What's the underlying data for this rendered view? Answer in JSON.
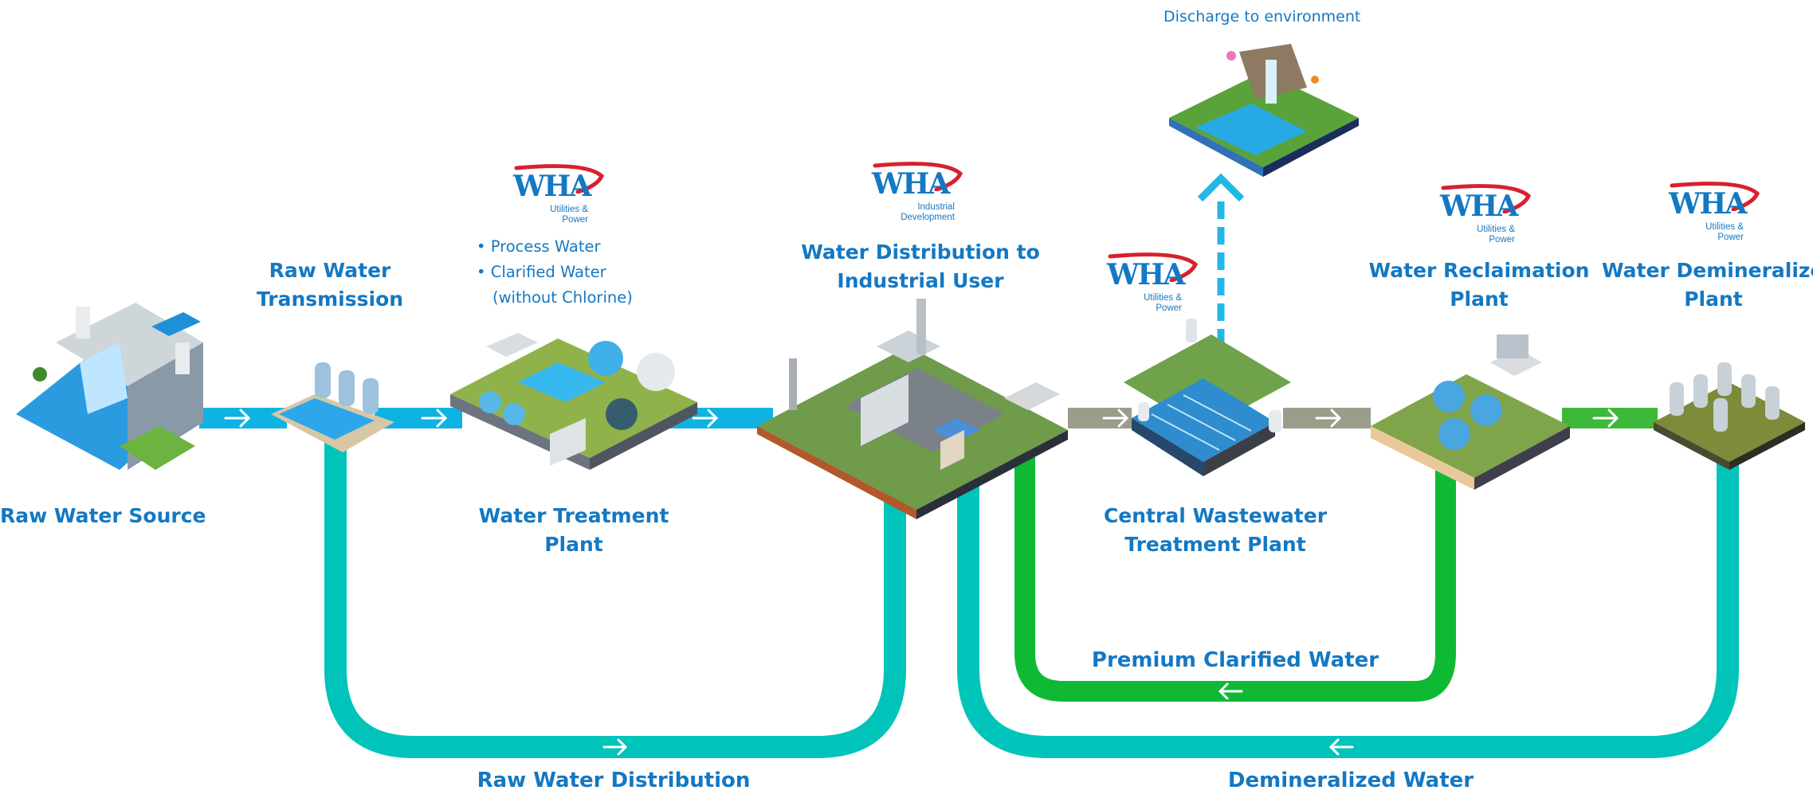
{
  "diagram": {
    "colors": {
      "main_pipe": "#0fb3e3",
      "raw_distribution_pipe": "#00c4b9",
      "wastewater_pipe": "#9a9d8a",
      "reclaimed_pipe": "#3cb93a",
      "premium_pipe": "#10b934",
      "discharge_arrow": "#22b7e6",
      "label_text": "#1478c3",
      "logo_red": "#d8202e"
    },
    "nodes": {
      "raw_water_source": {
        "label": "Raw Water Source",
        "icon": "dam-icon"
      },
      "raw_water_transmission": {
        "label_line1": "Raw Water",
        "label_line2": "Transmission",
        "icon": "pumping-station-icon"
      },
      "water_treatment_plant": {
        "label_line1": "Water Treatment",
        "label_line2": "Plant",
        "icon": "treatment-plant-icon",
        "logo": {
          "brand": "WHA",
          "sub_line1": "Utilities &",
          "sub_line2": "Power"
        },
        "products": [
          "Process Water",
          "Clarified Water"
        ],
        "product_note": "(without Chlorine)"
      },
      "industrial_user": {
        "label_line1": "Water Distribution to",
        "label_line2": "Industrial User",
        "icon": "industrial-estate-icon",
        "logo": {
          "brand": "WHA",
          "sub_line1": "Industrial",
          "sub_line2": "Development"
        }
      },
      "central_wastewater": {
        "label_line1": "Central Wastewater",
        "label_line2": "Treatment Plant",
        "icon": "wastewater-plant-icon",
        "logo": {
          "brand": "WHA",
          "sub_line1": "Utilities &",
          "sub_line2": "Power"
        }
      },
      "discharge": {
        "label": "Discharge to environment",
        "icon": "waterfall-icon"
      },
      "water_reclamation": {
        "label_line1": "Water Reclaimation",
        "label_line2": "Plant",
        "icon": "reclamation-plant-icon",
        "logo": {
          "brand": "WHA",
          "sub_line1": "Utilities &",
          "sub_line2": "Power"
        }
      },
      "water_demineralized": {
        "label_line1": "Water Demineralized",
        "label_line2": "Plant",
        "icon": "demineralization-plant-icon",
        "logo": {
          "brand": "WHA",
          "sub_line1": "Utilities &",
          "sub_line2": "Power"
        }
      }
    },
    "flows": {
      "premium_clarified_water": {
        "label": "Premium Clarified Water",
        "direction": "left"
      },
      "raw_water_distribution": {
        "label": "Raw Water Distribution",
        "direction": "right"
      },
      "demineralized_water": {
        "label": "Demineralized Water",
        "direction": "left"
      }
    }
  }
}
